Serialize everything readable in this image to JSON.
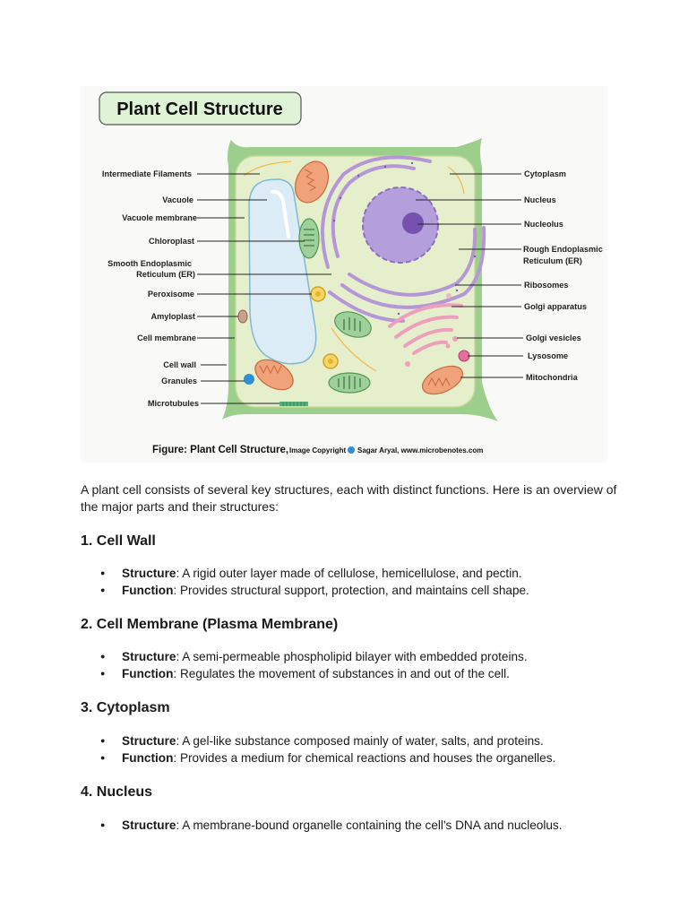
{
  "figure": {
    "title": "Plant Cell Structure",
    "caption_main": "Figure: Plant Cell Structure,",
    "caption_copyright": "Image Copyright",
    "caption_author": "Sagar Aryal, www.microbenotes.com",
    "labels_left": {
      "intermediate_filaments": "Intermediate Filaments",
      "vacuole": "Vacuole",
      "vacuole_membrane": "Vacuole membrane",
      "chloroplast": "Chloroplast",
      "smooth_er_1": "Smooth Endoplasmic",
      "smooth_er_2": "Reticulum (ER)",
      "peroxisome": "Peroxisome",
      "amyloplast": "Amyloplast",
      "cell_membrane": "Cell membrane",
      "cell_wall": "Cell wall",
      "granules": "Granules",
      "microtubules": "Microtubules"
    },
    "labels_right": {
      "cytoplasm": "Cytoplasm",
      "nucleus": "Nucleus",
      "nucleolus": "Nucleolus",
      "rough_er_1": "Rough Endoplasmic",
      "rough_er_2": "Reticulum (ER)",
      "ribosomes": "Ribosomes",
      "golgi_apparatus": "Golgi apparatus",
      "golgi_vesicles": "Golgi vesicles",
      "lysosome": "Lysosome",
      "mitochondria": "Mitochondria"
    },
    "colors": {
      "cell_wall": "#9ccf8c",
      "cytoplasm": "#e6efcc",
      "vacuole": "#dcecf6",
      "nucleus": "#b49fdc",
      "er": "#b697d6",
      "golgi": "#ee9fbd",
      "mitochondria": "#f0a37a",
      "chloroplast": "#9fcf9a"
    }
  },
  "intro": "A plant cell consists of several key structures, each with distinct functions. Here is an overview of the major parts and their structures:",
  "sections": [
    {
      "heading": "1. Cell Wall",
      "structure_label": "Structure",
      "structure_text": ": A rigid outer layer made of cellulose, hemicellulose, and pectin.",
      "function_label": "Function",
      "function_text": ": Provides structural support, protection, and maintains cell shape."
    },
    {
      "heading": "2. Cell Membrane (Plasma Membrane)",
      "structure_label": "Structure",
      "structure_text": ": A semi-permeable phospholipid bilayer with embedded proteins.",
      "function_label": "Function",
      "function_text": ": Regulates the movement of substances in and out of the cell."
    },
    {
      "heading": "3. Cytoplasm",
      "structure_label": "Structure",
      "structure_text": ": A gel-like substance composed mainly of water, salts, and proteins.",
      "function_label": "Function",
      "function_text": ": Provides a medium for chemical reactions and houses the organelles."
    },
    {
      "heading": "4. Nucleus",
      "structure_label": "Structure",
      "structure_text": ": A membrane-bound organelle containing the cell's DNA and nucleolus."
    }
  ]
}
